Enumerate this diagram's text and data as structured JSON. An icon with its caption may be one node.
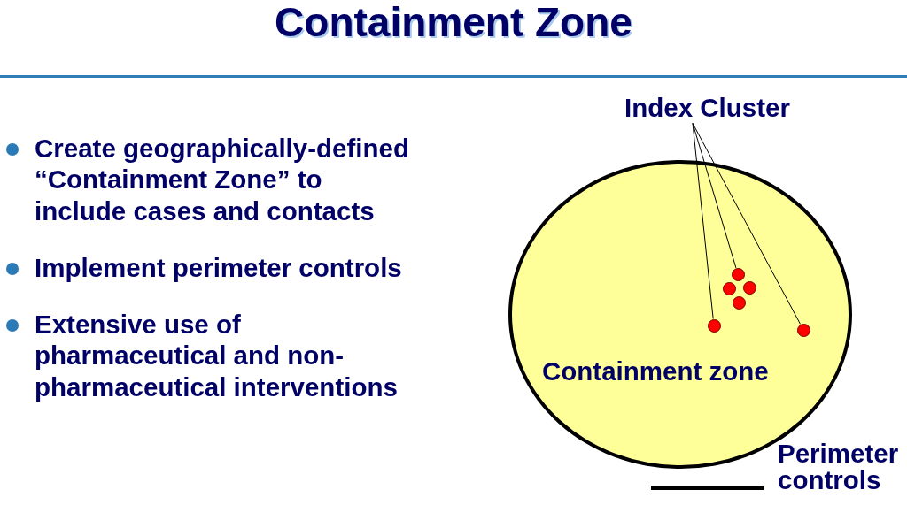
{
  "diagram": {
    "title": "Containment Zone",
    "nodes": [
      {
        "text": [
          "Index Cluster"
        ]
      },
      {
        "text": [
          "Containment zone"
        ]
      },
      {
        "text": [],
        "shape": "circle",
        "in": 1
      },
      {
        "text": [],
        "shape": "circle",
        "in": 1
      },
      {
        "text": [],
        "shape": "circle",
        "in": 1
      },
      {
        "text": [],
        "shape": "circle",
        "in": 1
      },
      {
        "text": [],
        "shape": "circle",
        "in": 1
      },
      {
        "text": [],
        "shape": "circle",
        "in": 1
      }
    ],
    "edges": [
      {
        "from": 0,
        "to": 6,
        "arrow": "none"
      },
      {
        "from": 0,
        "to": 2,
        "arrow": "none"
      },
      {
        "from": 0,
        "to": 7,
        "arrow": "none"
      }
    ],
    "labels": [
      "Create geographically-defined “Containment Zone” to include cases and contacts",
      "Implement perimeter controls",
      "Extensive use of pharmaceutical and non-pharmaceutical interventions"
    ],
    "legend": [
      {
        "text": "Perimeter controls"
      }
    ]
  }
}
